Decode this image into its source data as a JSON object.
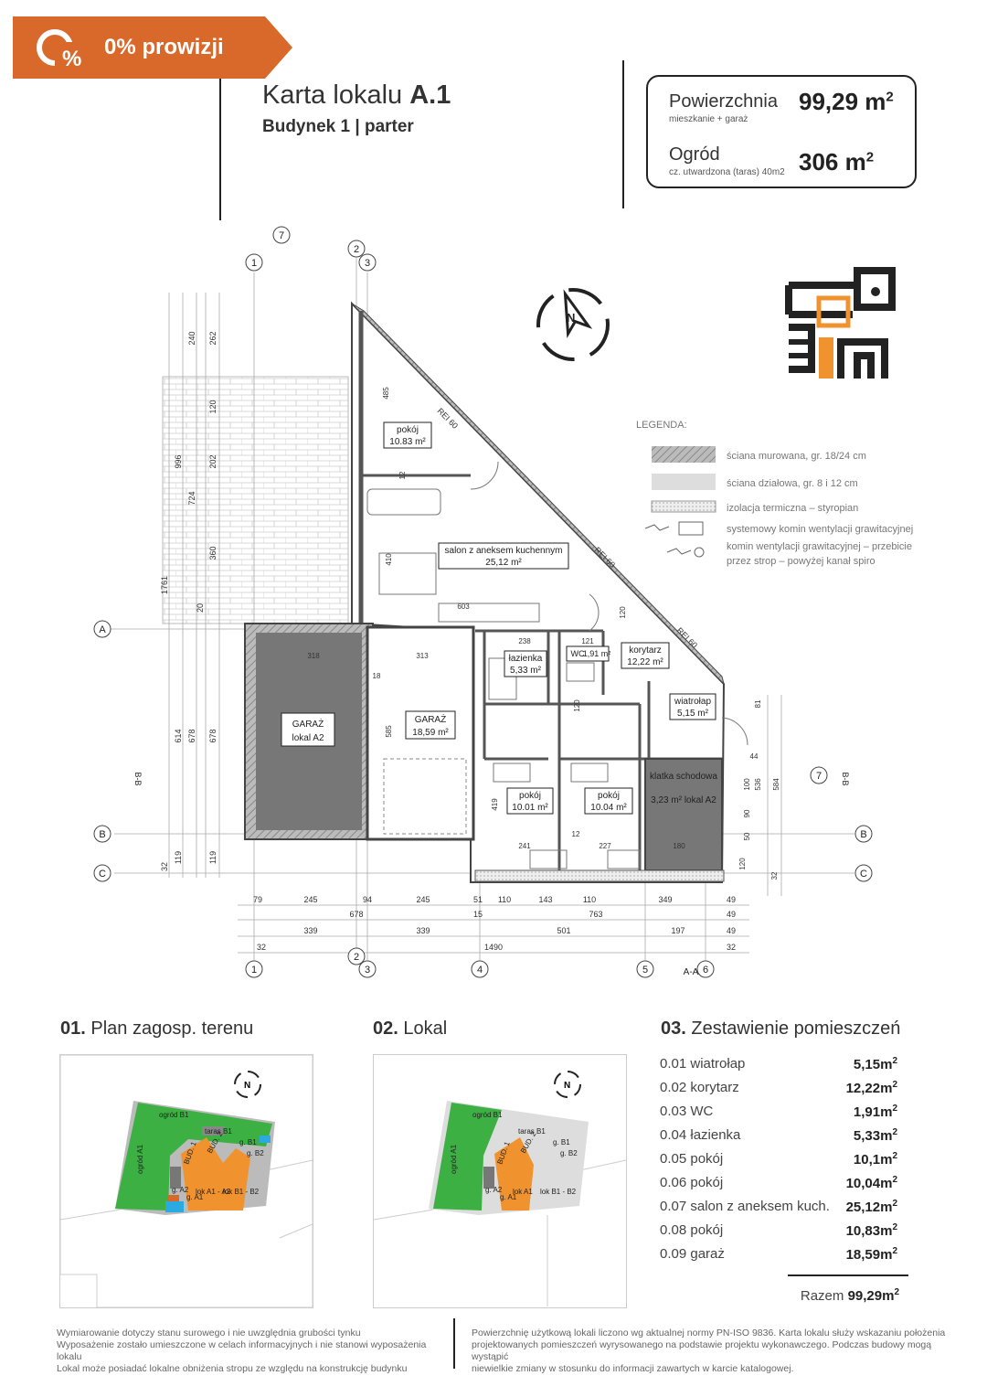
{
  "banner": {
    "icon": "percent-tag-icon",
    "text": "0% prowizji",
    "color": "#d9692a"
  },
  "header": {
    "title_prefix": "Karta lokalu ",
    "title_code": "A.1",
    "subtitle": "Budynek 1 | parter"
  },
  "summary": {
    "area_label": "Powierzchnia",
    "area_sub": "mieszkanie + garaż",
    "area_value": "99,29 m",
    "garden_label": "Ogród",
    "garden_sub": "cz. utwardzona (taras) 40m2",
    "garden_value": "306 m",
    "unit_sup": "2"
  },
  "plan": {
    "logo": "building-logo-icon",
    "legend_title": "LEGENDA:",
    "legend": [
      "ściana murowana, gr. 18/24 cm",
      "ściana działowa, gr. 8 i 12 cm",
      "izolacja termiczna – styropian",
      "systemowy komin wentylacji grawitacyjnej",
      "komin wentylacji grawitacyjnej – przebicie",
      "przez strop – powyżej kanał spiro"
    ],
    "grid_top": [
      "1",
      "7",
      "2",
      "3"
    ],
    "grid_bottom": [
      "1",
      "2",
      "3",
      "4",
      "5",
      "A-A",
      "6"
    ],
    "grid_left": [
      "A",
      "B-B",
      "B",
      "C"
    ],
    "grid_right": [
      "7",
      "B-B",
      "B",
      "C"
    ],
    "rooms": [
      {
        "name": "pokój",
        "area": "10.83 m²"
      },
      {
        "name": "salon z aneksem kuchennym",
        "area": "25,12 m²"
      },
      {
        "name": "GARAŻ",
        "area": "lokal A2"
      },
      {
        "name": "GARAŻ",
        "area": "18,59 m²"
      },
      {
        "name": "łazienka",
        "area": "5,33 m²"
      },
      {
        "name": "WC",
        "area": "1,91 m²"
      },
      {
        "name": "korytarz",
        "area": "12,22 m²"
      },
      {
        "name": "wiatrołap",
        "area": "5,15 m²"
      },
      {
        "name": "pokój",
        "area": "10.01 m²"
      },
      {
        "name": "pokój",
        "area": "10.04 m²"
      },
      {
        "name": "klatka schodowa",
        "area": "3,23 m² lokal A2"
      }
    ],
    "wall_labels": [
      "REI 60",
      "REI 60",
      "REI 60"
    ],
    "dims_bottom_1": [
      "79",
      "245",
      "94",
      "245",
      "51",
      "110",
      "143",
      "110",
      "349",
      "49"
    ],
    "dims_bottom_2": [
      "678",
      "15",
      "763",
      "49"
    ],
    "dims_bottom_3": [
      "339",
      "339",
      "501",
      "197",
      "49"
    ],
    "dims_bottom_4": [
      "32",
      "1490",
      "32"
    ],
    "dims_left": [
      "240",
      "262",
      "996",
      "120",
      "202",
      "724",
      "360",
      "1761",
      "20",
      "614",
      "678",
      "678",
      "119",
      "119",
      "32"
    ],
    "dims_inner": [
      "485",
      "12",
      "410",
      "603",
      "318",
      "313",
      "18",
      "585",
      "238",
      "121",
      "120",
      "120",
      "419",
      "241",
      "227",
      "12",
      "180",
      "81",
      "536",
      "584",
      "90",
      "50",
      "120",
      "32",
      "100",
      "44"
    ]
  },
  "sections": {
    "s1_num": "01.",
    "s1_title": "Plan zagosp. terenu",
    "s2_num": "02.",
    "s2_title": "Lokal",
    "s3_num": "03.",
    "s3_title": "Zestawienie pomieszczeń"
  },
  "site_map": {
    "labels": [
      "ogród B1",
      "taras B1",
      "ogród A1",
      "BUD. 1",
      "BUD. 2",
      "lok A1 - A2",
      "lok B1 - B2",
      "g. A2",
      "g. A1",
      "g. B1",
      "g. B2",
      "taras A1"
    ]
  },
  "unit_map": {
    "labels": [
      "ogród B1",
      "taras B1",
      "ogród A1",
      "BUD. 1",
      "BUD. 2",
      "lok A1",
      "lok B1 - B2",
      "g. A2",
      "g. A1",
      "g. B1",
      "g. B2",
      "taras A1"
    ]
  },
  "room_list": [
    {
      "name": "0.01 wiatrołap",
      "value": "5,15m",
      "sup": "2"
    },
    {
      "name": "0.02 korytarz",
      "value": "12,22m",
      "sup": "2"
    },
    {
      "name": "0.03 WC",
      "value": "1,91m",
      "sup": "2"
    },
    {
      "name": "0.04 łazienka",
      "value": "5,33m",
      "sup": "2"
    },
    {
      "name": "0.05 pokój",
      "value": "10,1m",
      "sup": "2"
    },
    {
      "name": "0.06 pokój",
      "value": "10,04m",
      "sup": "2"
    },
    {
      "name": "0.07 salon z aneksem kuch.",
      "value": "25,12m",
      "sup": "2"
    },
    {
      "name": "0.08 pokój",
      "value": "10,83m",
      "sup": "2"
    },
    {
      "name": "0.09 garaż",
      "value": "18,59m",
      "sup": "2"
    }
  ],
  "total": {
    "label": "Razem ",
    "value": "99,29m",
    "sup": "2"
  },
  "footer": {
    "left": [
      "Wymiarowanie dotyczy stanu surowego i nie uwzględnia grubości tynku",
      "Wyposażenie zostało umieszczone w celach informacyjnych i nie stanowi wyposażenia lokalu",
      "Lokal może posiadać lokalne obniżenia stropu ze względu na konstrukcję budynku"
    ],
    "right": [
      "Powierzchnię użytkową lokali liczono wg aktualnej normy PN-ISO 9836. Karta lokalu służy wskazaniu położenia",
      "projektowanych pomieszczeń wyrysowanego na podstawie projektu wykonawczego. Podczas budowy mogą wystąpić",
      "niewielkie zmiany w stosunku do informacji zawartych w karcie katalogowej."
    ]
  },
  "colors": {
    "accent": "#d9692a",
    "garden": "#3cb043",
    "building": "#f0922e",
    "garage": "#777777",
    "hatch": "#cccccc"
  }
}
